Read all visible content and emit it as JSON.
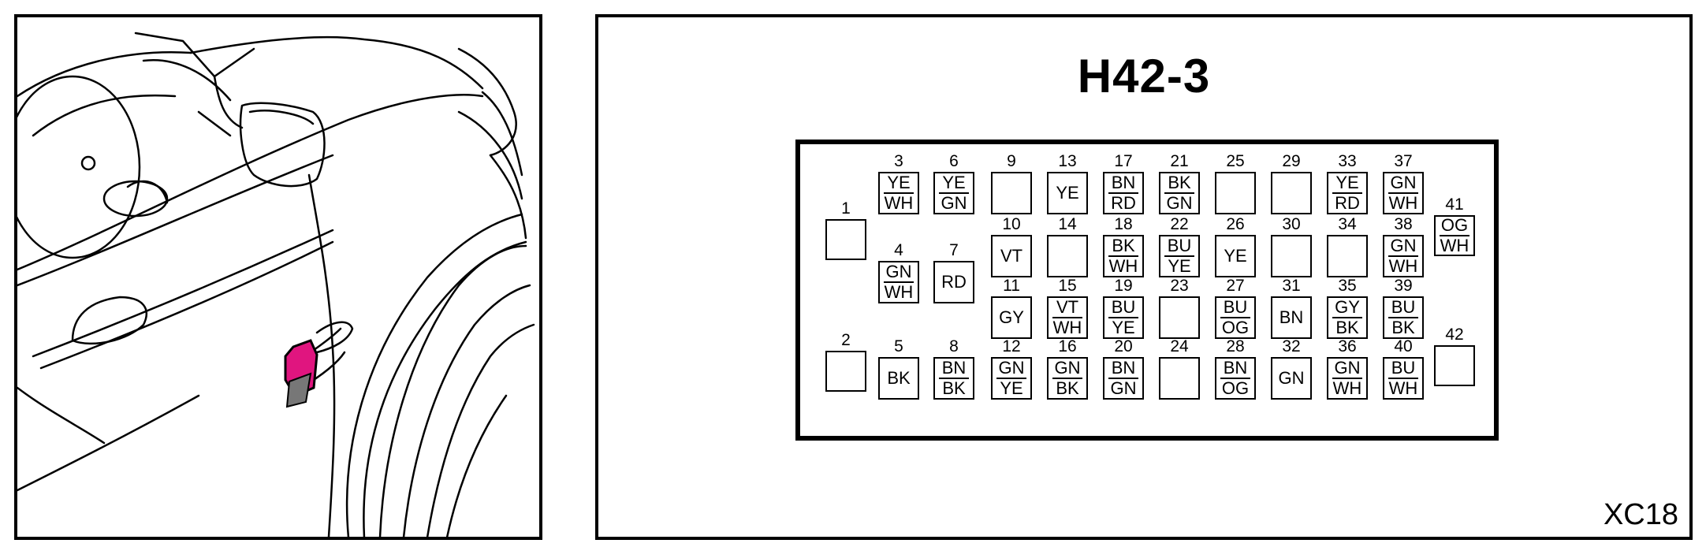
{
  "connector": {
    "title": "H42-3",
    "reference": "XC18"
  },
  "colors": {
    "location_marker": "#e0157f",
    "line": "#000000",
    "background": "#ffffff"
  },
  "location_image": {
    "icon": "car-front-fender-illustration"
  },
  "pins": [
    {
      "number": "1",
      "colors": []
    },
    {
      "number": "2",
      "colors": []
    },
    {
      "number": "3",
      "colors": [
        "YE",
        "WH"
      ]
    },
    {
      "number": "4",
      "colors": [
        "GN",
        "WH"
      ]
    },
    {
      "number": "5",
      "colors": [
        "BK"
      ]
    },
    {
      "number": "6",
      "colors": [
        "YE",
        "GN"
      ]
    },
    {
      "number": "7",
      "colors": [
        "RD"
      ]
    },
    {
      "number": "8",
      "colors": [
        "BN",
        "BK"
      ]
    },
    {
      "number": "9",
      "colors": []
    },
    {
      "number": "10",
      "colors": [
        "VT"
      ]
    },
    {
      "number": "11",
      "colors": [
        "GY"
      ]
    },
    {
      "number": "12",
      "colors": [
        "GN",
        "YE"
      ]
    },
    {
      "number": "13",
      "colors": [
        "YE"
      ]
    },
    {
      "number": "14",
      "colors": []
    },
    {
      "number": "15",
      "colors": [
        "VT",
        "WH"
      ]
    },
    {
      "number": "16",
      "colors": [
        "GN",
        "BK"
      ]
    },
    {
      "number": "17",
      "colors": [
        "BN",
        "RD"
      ]
    },
    {
      "number": "18",
      "colors": [
        "BK",
        "WH"
      ]
    },
    {
      "number": "19",
      "colors": [
        "BU",
        "YE"
      ]
    },
    {
      "number": "20",
      "colors": [
        "BN",
        "GN"
      ]
    },
    {
      "number": "21",
      "colors": [
        "BK",
        "GN"
      ]
    },
    {
      "number": "22",
      "colors": [
        "BU",
        "YE"
      ]
    },
    {
      "number": "23",
      "colors": []
    },
    {
      "number": "24",
      "colors": []
    },
    {
      "number": "25",
      "colors": []
    },
    {
      "number": "26",
      "colors": [
        "YE"
      ]
    },
    {
      "number": "27",
      "colors": [
        "BU",
        "OG"
      ]
    },
    {
      "number": "28",
      "colors": [
        "BN",
        "OG"
      ]
    },
    {
      "number": "29",
      "colors": []
    },
    {
      "number": "30",
      "colors": []
    },
    {
      "number": "31",
      "colors": [
        "BN"
      ]
    },
    {
      "number": "32",
      "colors": [
        "GN"
      ]
    },
    {
      "number": "33",
      "colors": [
        "YE",
        "RD"
      ]
    },
    {
      "number": "34",
      "colors": []
    },
    {
      "number": "35",
      "colors": [
        "GY",
        "BK"
      ]
    },
    {
      "number": "36",
      "colors": [
        "GN",
        "WH"
      ]
    },
    {
      "number": "37",
      "colors": [
        "GN",
        "WH"
      ]
    },
    {
      "number": "38",
      "colors": [
        "GN",
        "WH"
      ]
    },
    {
      "number": "39",
      "colors": [
        "BU",
        "BK"
      ]
    },
    {
      "number": "40",
      "colors": [
        "BU",
        "WH"
      ]
    },
    {
      "number": "41",
      "colors": [
        "OG",
        "WH"
      ]
    },
    {
      "number": "42",
      "colors": []
    }
  ]
}
